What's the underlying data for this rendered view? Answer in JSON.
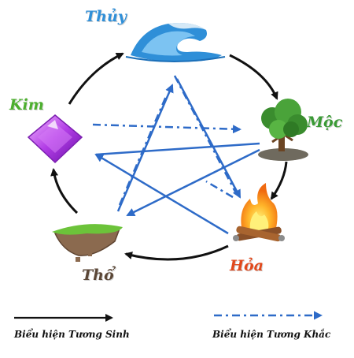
{
  "elements": {
    "thuy": {
      "label": "Thủy",
      "icon": "water-wave-icon",
      "color": "#2f8fd8"
    },
    "moc": {
      "label": "Mộc",
      "icon": "tree-icon",
      "color": "#3a9a35"
    },
    "hoa": {
      "label": "Hỏa",
      "icon": "fire-icon",
      "color": "#e2481b"
    },
    "tho": {
      "label": "Thổ",
      "icon": "earth-island-icon",
      "color": "#5a4636"
    },
    "kim": {
      "label": "Kim",
      "icon": "gem-icon",
      "color": "#4caf2e"
    }
  },
  "legend": {
    "sinh": {
      "label": "Biểu hiện Tương Sinh",
      "color": "#000000"
    },
    "khac": {
      "label": "Biểu hiện Tương Khắc",
      "color": "#2e6bc8"
    }
  }
}
